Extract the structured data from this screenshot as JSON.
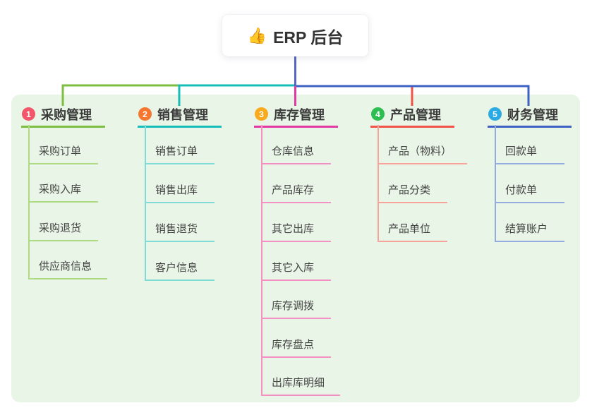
{
  "root": {
    "label": "ERP 后台",
    "icon": "thumbs-up-icon"
  },
  "branches": [
    {
      "index": "1",
      "label": "采购管理",
      "badge_color": "#F2566B",
      "line_color": "#7CBE3F",
      "light_line_color": "#AEDA82",
      "children": [
        "采购订单",
        "采购入库",
        "采购退货",
        "供应商信息"
      ]
    },
    {
      "index": "2",
      "label": "销售管理",
      "badge_color": "#F5772F",
      "line_color": "#16BDB9",
      "light_line_color": "#83DBD7",
      "children": [
        "销售订单",
        "销售出库",
        "销售退货",
        "客户信息"
      ]
    },
    {
      "index": "3",
      "label": "库存管理",
      "badge_color": "#F9AA1F",
      "line_color": "#E23AA2",
      "light_line_color": "#F490C3",
      "children": [
        "仓库信息",
        "产品库存",
        "其它出库",
        "其它入库",
        "库存调拨",
        "库存盘点",
        "出库库明细"
      ]
    },
    {
      "index": "4",
      "label": "产品管理",
      "badge_color": "#2EBD50",
      "line_color": "#F25348",
      "light_line_color": "#F7A39B",
      "children": [
        "产品（物料）",
        "产品分类",
        "产品单位"
      ]
    },
    {
      "index": "5",
      "label": "财务管理",
      "badge_color": "#2BA9E2",
      "line_color": "#3E62C4",
      "light_line_color": "#94ABDE",
      "children": [
        "回款单",
        "付款单",
        "结算账户"
      ]
    }
  ],
  "colors": {
    "root_connector": "#5566C4",
    "panel_background": "#E9F5E6",
    "card_background": "#FFFFFF",
    "thumb_icon": "#F6C344"
  }
}
